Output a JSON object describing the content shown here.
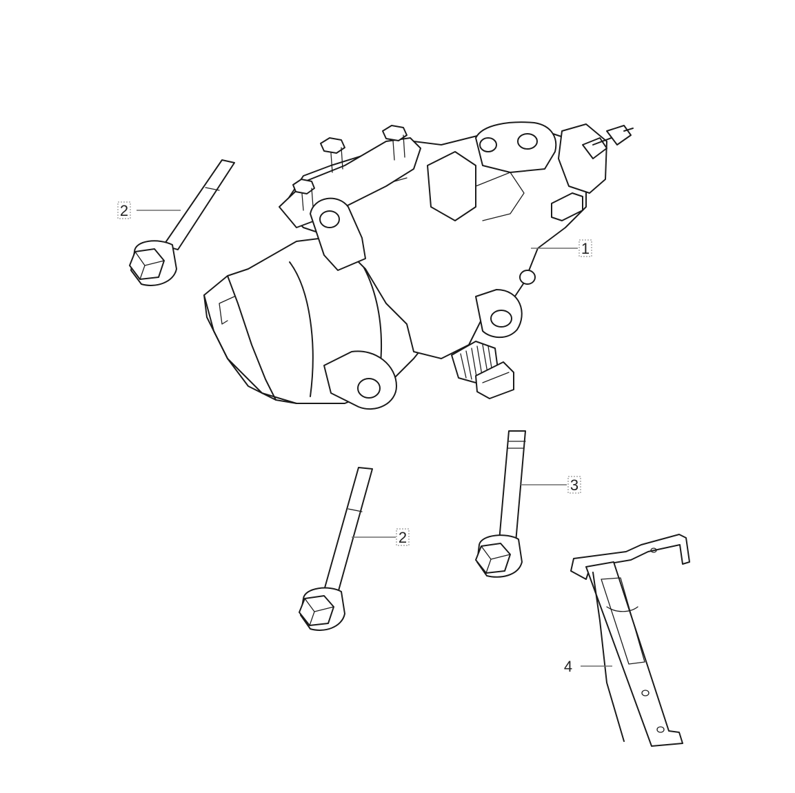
{
  "callouts": [
    {
      "id": "c1",
      "label": "1"
    },
    {
      "id": "c2a",
      "label": "2"
    },
    {
      "id": "c2b",
      "label": "2"
    },
    {
      "id": "c3",
      "label": "3"
    },
    {
      "id": "c4",
      "label": "4"
    }
  ]
}
